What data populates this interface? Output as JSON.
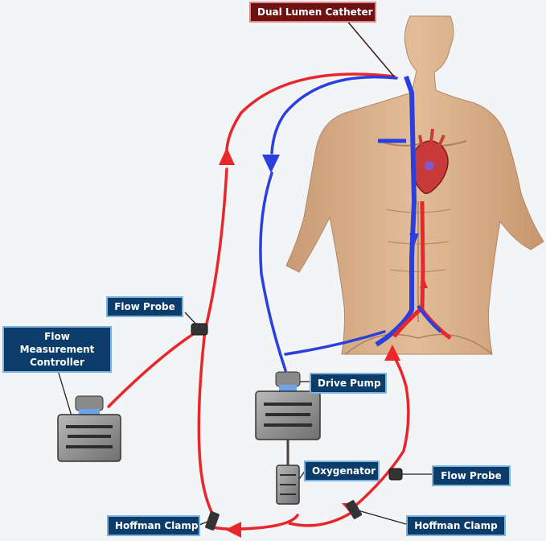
{
  "labels": {
    "catheter": "Dual Lumen Catheter",
    "flow_probe_top": "Flow Probe",
    "flow_controller": "Flow Measurement Controller",
    "drive_pump": "Drive Pump",
    "oxygenator": "Oxygenator",
    "flow_probe_right": "Flow Probe",
    "hoffman_left": "Hoffman Clamp",
    "hoffman_right": "Hoffman Clamp"
  },
  "colors": {
    "arterial": "#e8262b",
    "venous": "#2a3fe0",
    "label_bg": "#0c3d6a",
    "label_title_bg": "#6e1111",
    "skin": "#d9b08a"
  }
}
